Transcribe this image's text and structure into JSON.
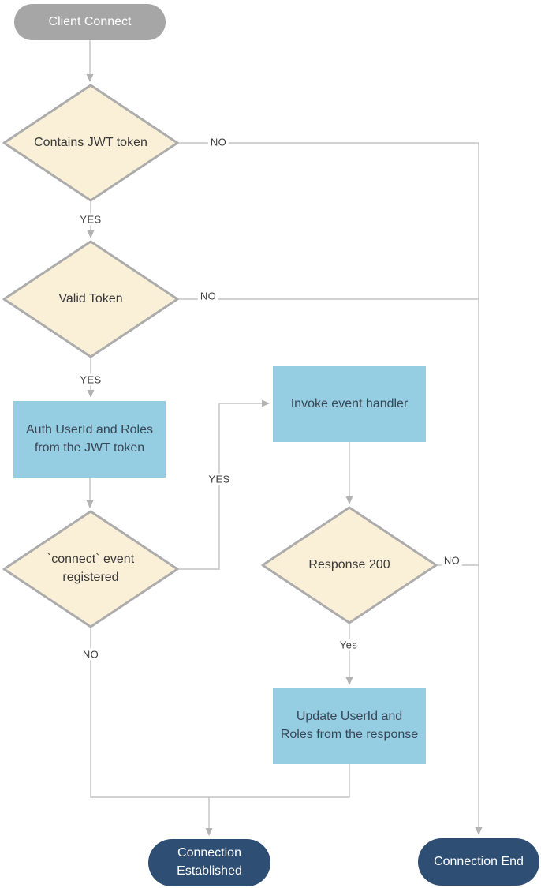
{
  "diagram_type": "flowchart",
  "colors": {
    "start_fill": "#a6a6a6",
    "terminal_fill": "#2f4e74",
    "terminal_text": "#ffffff",
    "process_fill": "#95cde3",
    "process_text": "#3a4856",
    "decision_fill": "#faf0d8",
    "decision_border": "#acacac",
    "decision_text": "#3a3a3a",
    "connector": "#c3c3c3",
    "edge_label_text": "#3f3f3f"
  },
  "nodes": {
    "client_connect": {
      "type": "start",
      "label": "Client Connect"
    },
    "contains_jwt": {
      "type": "decision",
      "label": "Contains JWT token"
    },
    "valid_token": {
      "type": "decision",
      "label": "Valid Token"
    },
    "auth_userid": {
      "type": "process",
      "label": "Auth UserId and Roles\nfrom the JWT token"
    },
    "connect_event": {
      "type": "decision",
      "label": "`connect` event\nregistered"
    },
    "invoke_handler": {
      "type": "process",
      "label": "Invoke event handler"
    },
    "response_200": {
      "type": "decision",
      "label": "Response 200"
    },
    "update_userid": {
      "type": "process",
      "label": "Update UserId and\nRoles from the response"
    },
    "connection_established": {
      "type": "terminal",
      "label": "Connection\nEstablished"
    },
    "connection_end": {
      "type": "terminal",
      "label": "Connection End"
    }
  },
  "edges": [
    {
      "from": "client_connect",
      "to": "contains_jwt",
      "label": ""
    },
    {
      "from": "contains_jwt",
      "to": "connection_end",
      "label": "NO"
    },
    {
      "from": "contains_jwt",
      "to": "valid_token",
      "label": "YES"
    },
    {
      "from": "valid_token",
      "to": "connection_end",
      "label": "NO"
    },
    {
      "from": "valid_token",
      "to": "auth_userid",
      "label": "YES"
    },
    {
      "from": "auth_userid",
      "to": "connect_event",
      "label": ""
    },
    {
      "from": "connect_event",
      "to": "invoke_handler",
      "label": "YES"
    },
    {
      "from": "connect_event",
      "to": "connection_established",
      "label": "NO"
    },
    {
      "from": "invoke_handler",
      "to": "response_200",
      "label": ""
    },
    {
      "from": "response_200",
      "to": "connection_end",
      "label": "NO"
    },
    {
      "from": "response_200",
      "to": "update_userid",
      "label": "Yes"
    },
    {
      "from": "update_userid",
      "to": "connection_established",
      "label": ""
    }
  ]
}
